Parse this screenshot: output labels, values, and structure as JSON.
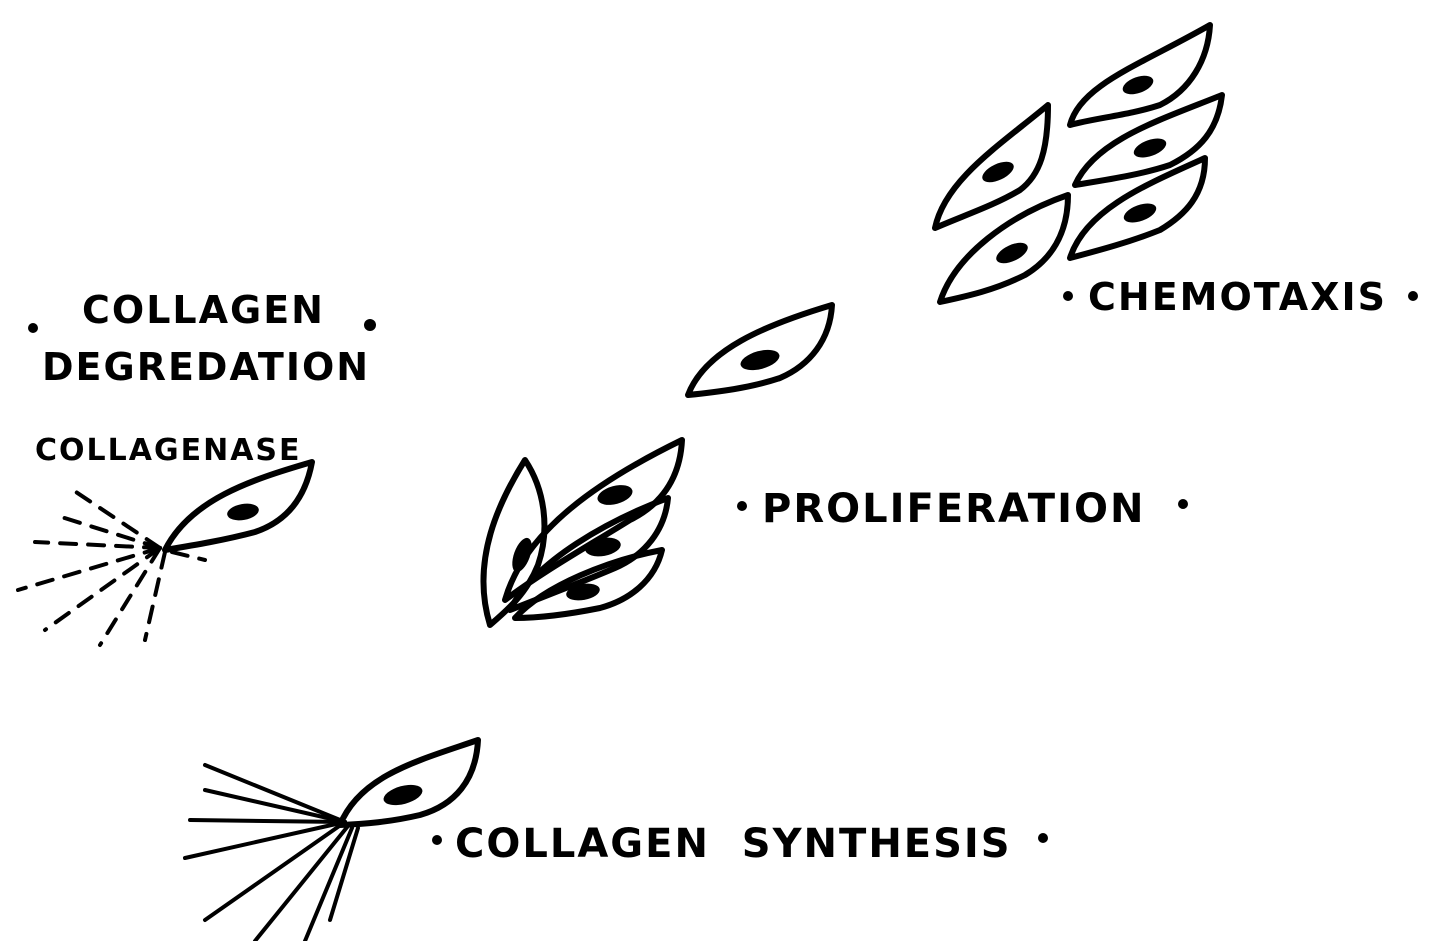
{
  "labels": {
    "chemotaxis": "CHEMOTAXIS",
    "proliferation": "PROLIFERATION",
    "collagen_synthesis": "COLLAGEN  SYNTHESIS",
    "collagen_degradation_line1": "COLLAGEN",
    "collagen_degradation_line2": "DEGREDATION",
    "collagenase": "COLLAGENASE"
  },
  "colors": {
    "ink": "#000000",
    "background": "#ffffff"
  }
}
